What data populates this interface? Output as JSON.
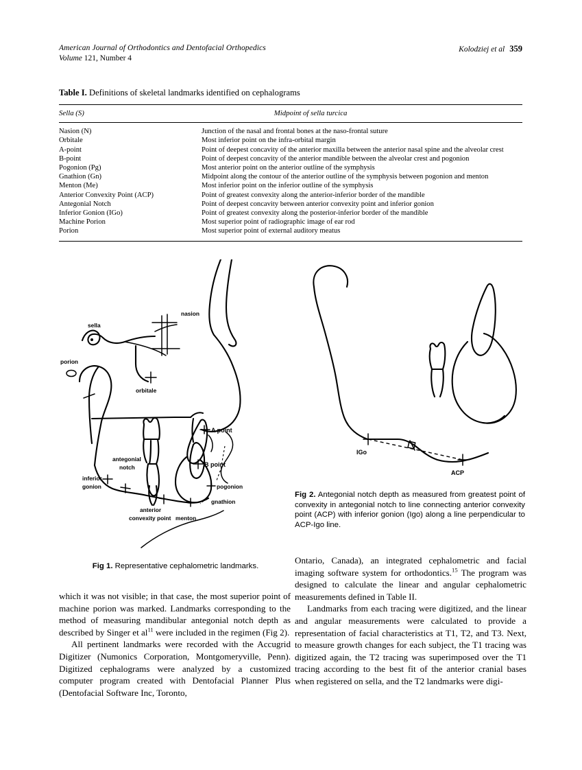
{
  "running_head": {
    "journal": "American Journal of Orthodontics and Dentofacial Orthopedics",
    "volume_line_prefix": "Volume",
    "volume_line_rest": "121, Number 4",
    "authors": "Kolodziej et al",
    "page_number": "359"
  },
  "table": {
    "label": "Table I.",
    "title": "Definitions of skeletal landmarks identified on cephalograms",
    "header": {
      "term": "Sella (S)",
      "definition": "Midpoint of sella turcica"
    },
    "rows": [
      {
        "term": "Nasion (N)",
        "definition": "Junction of the nasal and frontal bones at the naso-frontal suture"
      },
      {
        "term": "Orbitale",
        "definition": "Most inferior point on the infra-orbital margin"
      },
      {
        "term": "A-point",
        "definition": "Point of deepest concavity of the anterior maxilla between the anterior nasal spine and the alveolar crest"
      },
      {
        "term": "B-point",
        "definition": "Point of deepest concavity of the anterior mandible between the alveolar crest and pogonion"
      },
      {
        "term": "Pogonion (Pg)",
        "definition": "Most anterior point on the anterior outline of the symphysis"
      },
      {
        "term": "Gnathion (Gn)",
        "definition": "Midpoint along the contour of the anterior outline of the symphysis between pogonion and menton"
      },
      {
        "term": "Menton (Me)",
        "definition": "Most inferior point on the inferior outline of the symphysis"
      },
      {
        "term": "Anterior Convexity Point (ACP)",
        "definition": "Point of greatest convexity along the anterior-inferior border of the mandible"
      },
      {
        "term": "Antegonial Notch",
        "definition": "Point of deepest concavity between anterior convexity point and inferior gonion"
      },
      {
        "term": "Inferior Gonion (IGo)",
        "definition": "Point of greatest convexity along the posterior-inferior border of the mandible"
      },
      {
        "term": "Machine Porion",
        "definition": "Most superior point of radiographic image of ear rod"
      },
      {
        "term": "Porion",
        "definition": "Most superior point of external auditory meatus"
      }
    ]
  },
  "figure1": {
    "caption_label": "Fig 1.",
    "caption_text": "Representative cephalometric landmarks.",
    "labels": {
      "sella": "sella",
      "nasion": "nasion",
      "porion": "porion",
      "orbitale": "orbitale",
      "a_point": "A point",
      "b_point": "B point",
      "antegonial_notch_1": "antegonial",
      "antegonial_notch_2": "notch",
      "inferior_gonion_1": "inferior",
      "inferior_gonion_2": "gonion",
      "acp_1": "anterior",
      "acp_2": "convexity point",
      "menton": "menton",
      "pogonion": "pogonion",
      "gnathion": "gnathion"
    }
  },
  "figure2": {
    "caption_label": "Fig 2.",
    "caption_text": "Antegonial notch depth as measured from greatest point of convexity in antegonial notch to line connecting anterior convexity point (ACP) with inferior gonion (Igo) along a line perpendicular to ACP-Igo line.",
    "labels": {
      "igo": "IGo",
      "acp": "ACP"
    }
  },
  "body": {
    "left_column": [
      "which it was not visible; in that case, the most superior point of machine porion was marked. Landmarks corresponding to the method of measuring mandibular antegonial notch depth as described by Singer et al",
      "All pertinent landmarks were recorded with the Accugrid Digitizer (Numonics Corporation, Montgomeryville, Penn). Digitized cephalograms were analyzed by a customized computer program created with Dentofacial Planner Plus (Dentofacial Software Inc, Toronto,"
    ],
    "left_p1_ref": "11",
    "left_p1_tail": " were included in the regimen (Fig 2).",
    "right_column": [
      "Ontario, Canada), an integrated cephalometric and facial imaging software system for orthodontics.",
      "Landmarks from each tracing were digitized, and the linear and angular measurements were calculated to provide a representation of facial characteristics at T1, T2, and T3. Next, to measure growth changes for each subject, the T1 tracing was digitized again, the T2 tracing was superimposed over the T1 tracing according to the best fit of the anterior cranial bases when registered on sella, and the T2 landmarks were digi-"
    ],
    "right_p1_ref": "15",
    "right_p1_tail": " The program was designed to calculate the linear and angular cephalometric measurements defined in Table II."
  }
}
